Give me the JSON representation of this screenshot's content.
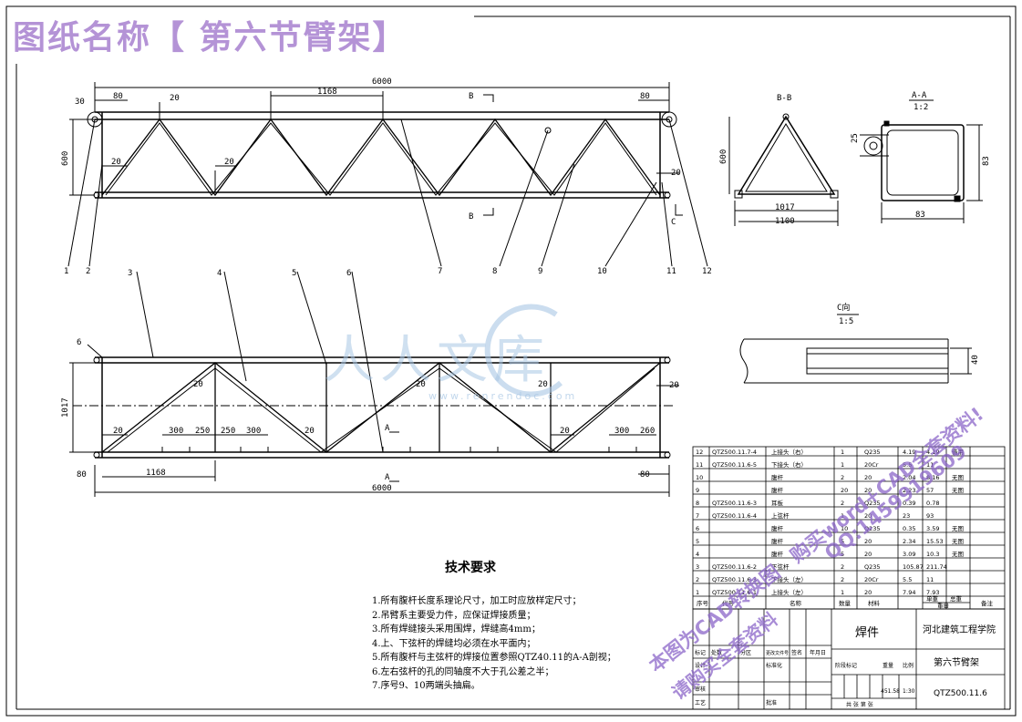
{
  "page_title": "图纸名称【 第六节臂架】",
  "dimensions": {
    "total_length": "6000",
    "end_offset": "80",
    "panel": "1168",
    "gap20": "20",
    "height600": "600",
    "width1017": "1017",
    "width1100": "1100",
    "tube83": "83",
    "pin25": "25",
    "d40": "40",
    "d6": "6",
    "s300": "300",
    "s250": "250",
    "s260": "260",
    "d30": "30"
  },
  "section_labels": {
    "b_b": "B-B",
    "a_a": "A-A",
    "a_a_scale": "1:2",
    "c_view": "C向",
    "c_scale": "1:5",
    "b": "B",
    "a": "A",
    "c": "C"
  },
  "part_numbers": [
    "1",
    "2",
    "3",
    "4",
    "5",
    "6",
    "7",
    "8",
    "9",
    "10",
    "11",
    "12"
  ],
  "tech_requirements": {
    "heading": "技术要求",
    "items": [
      "1.所有腹杆长度系理论尺寸，加工时应放样定尺寸；",
      "2.吊臂系主要受力件，应保证焊接质量；",
      "3.所有焊缝接头采用围焊，焊缝高4mm；",
      "4.上、下弦杆的焊缝均必须在水平面内；",
      "5.所有腹杆与主弦杆的焊接位置参照QTZ40.11的A-A剖视；",
      "6.左右弦杆的孔的同轴度不大于孔公差之半；",
      "7.序号9、10两端头抽扁。"
    ]
  },
  "bom_rows": [
    [
      "12",
      "QTZ500.11.7-4",
      "上接头（右）",
      "1",
      "Q235",
      "4.19",
      "4.19",
      "借用"
    ],
    [
      "11",
      "QTZ500.11.6-5",
      "下接头（右）",
      "1",
      "20Cr",
      "5.5",
      "11",
      ""
    ],
    [
      "10",
      "",
      "腹杆",
      "2",
      "20",
      "2.04",
      "8.16",
      "无图"
    ],
    [
      "9",
      "",
      "腹杆",
      "20",
      "20",
      "2.23",
      "57",
      "无图"
    ],
    [
      "8",
      "QTZ500.11.6-3",
      "耳板",
      "2",
      "Q235",
      "0.39",
      "0.78",
      ""
    ],
    [
      "7",
      "QTZ500.11.6-4",
      "上弦杆",
      "1",
      "20",
      "23",
      "93",
      ""
    ],
    [
      "6",
      "",
      "腹杆",
      "10",
      "Q235",
      "0.35",
      "3.59",
      "无图"
    ],
    [
      "5",
      "",
      "腹杆",
      "5",
      "20",
      "2.34",
      "15.53",
      "无图"
    ],
    [
      "4",
      "",
      "腹杆",
      "5",
      "20",
      "3.09",
      "10.3",
      "无图"
    ],
    [
      "3",
      "QTZ500.11.6-2",
      "下弦杆",
      "2",
      "Q235",
      "105.87",
      "211.74",
      ""
    ],
    [
      "2",
      "QTZ500.11.6-3",
      "下接头（左）",
      "2",
      "20Cr",
      "5.5",
      "11",
      ""
    ],
    [
      "1",
      "QTZ500.11.6-1",
      "上接头（左）",
      "1",
      "20",
      "7.94",
      "7.93",
      ""
    ]
  ],
  "bom_header": [
    "序号",
    "代号",
    "名称",
    "数量",
    "材料",
    "单重",
    "总重",
    "备注"
  ],
  "bom_header_sub": "重量",
  "title_block": {
    "part_type": "焊件",
    "school": "河北建筑工程学院",
    "drawing_name": "第六节臂架",
    "drawing_code": "QTZ500.11.6",
    "scale_label": "比例",
    "scale": "1:30",
    "weight_label": "重量",
    "weight": "451.58",
    "stage_label": "阶段标记",
    "sheet": "共 张 第 张",
    "row_labels": [
      "标记",
      "设计",
      "审核",
      "工艺"
    ],
    "col_labels": [
      "处数",
      "分区",
      "更改文件号",
      "签名",
      "年月日"
    ],
    "design_extra": [
      "标准化",
      "批准"
    ]
  },
  "watermark": {
    "brand": "人人文库",
    "url": "www.renrendoc.com",
    "line1": "购买word+CAD全套资料!",
    "line2": "QQ:1459919609",
    "line3": "本图为CAD转换图",
    "line4": "请购买全套资料"
  }
}
